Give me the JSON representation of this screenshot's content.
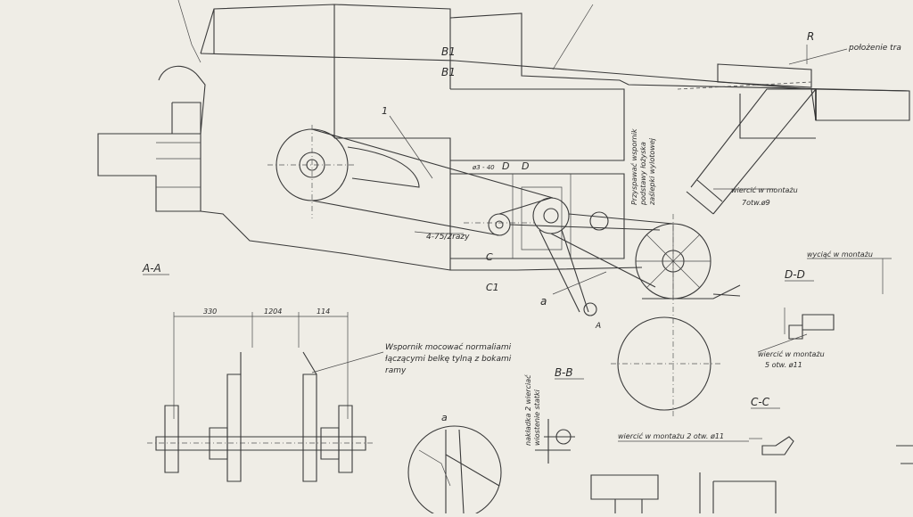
{
  "labels": {
    "b1_upper": "B1",
    "b1_lower": "B1",
    "r_mark": "R",
    "position_note": "położenie tra",
    "callout_1": "1",
    "belt_spec": "4-75/2razy",
    "hole_spec": "ø3 - 40",
    "d_upper_left": "D",
    "d_upper_right": "D",
    "c_upper": "C",
    "c_lower": "C1",
    "callout_a": "a",
    "callout_A": "A",
    "view_AA": "A-A",
    "view_BB": "B-B",
    "view_CC": "C-C",
    "view_DD": "D-D",
    "detail_a": "a",
    "vertical_note_1": "Przyspawać wspornik",
    "vertical_note_2": "podstawy łożyska",
    "vertical_note_3": "zaślepki wylotowej",
    "drill_note_top_1": "wiercić w montażu",
    "drill_note_top_2": "7otw.ø9",
    "cut_note": "wyciąć w montażu",
    "drill_note_dd_1": "wiercić w montażu",
    "drill_note_dd_2": "5 otw. ø11",
    "drill_note_bottom": "wiercić w montażu 2 otw. ø11",
    "bracket_note_1": "Wspornik mocować normaliami",
    "bracket_note_2": "łączącymi belkę tylną z bokami",
    "bracket_note_3": "ramy",
    "bb_vertical_note_1": "nakładka 2 wierciać",
    "bb_vertical_note_2": "wiostenie statki",
    "dim_330": "330",
    "dim_1204": "1204",
    "dim_114": "114"
  }
}
